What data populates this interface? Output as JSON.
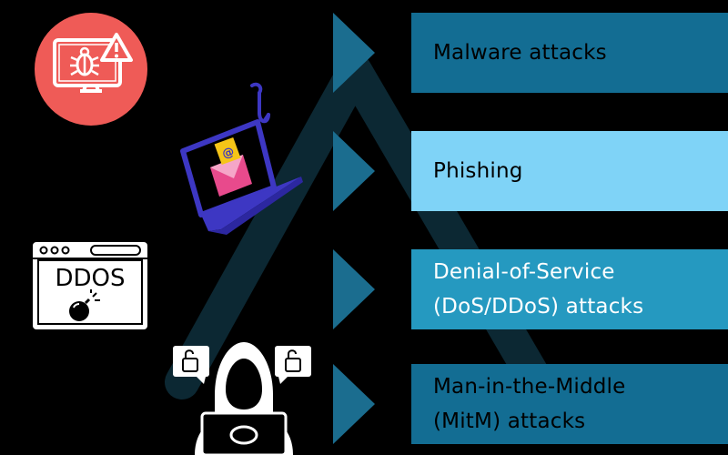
{
  "colors": {
    "background": "#000000",
    "arrow": "#1b6d8f",
    "malware_box": "#136d93",
    "phishing_box": "#7fd3f7",
    "dos_box": "#2599c0",
    "mitm_box": "#136d93",
    "malware_text": "#000000",
    "phishing_text": "#000000",
    "dos_text": "#ffffff",
    "mitm_text": "#000000",
    "icon_red": "#ef5b57",
    "laptop_blue": "#3d37c3",
    "envelope_pink": "#e84a8c",
    "envelope_yellow": "#f5c518"
  },
  "attacks": [
    {
      "lines": [
        "Malware attacks"
      ],
      "icon": "malware-monitor-icon"
    },
    {
      "lines": [
        "Phishing"
      ],
      "icon": "phishing-laptop-icon"
    },
    {
      "lines": [
        "Denial-of-Service",
        "(DoS/DDoS) attacks"
      ],
      "icon": "ddos-window-icon"
    },
    {
      "lines": [
        "Man-in-the-Middle",
        "(MitM) attacks"
      ],
      "icon": "hacker-icon"
    }
  ],
  "ddos_icon_text": "DDOS",
  "phishing_icon_symbol": "@"
}
